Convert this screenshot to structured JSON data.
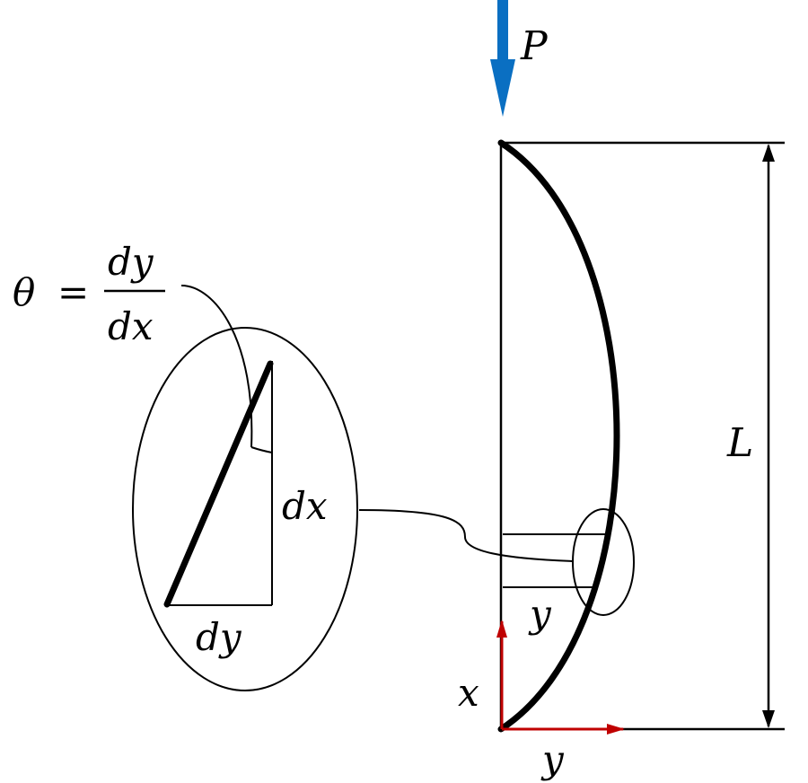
{
  "labels": {
    "load": "P",
    "length": "L",
    "angle_symbol": "θ",
    "equals": "=",
    "fraction_numerator": "dy",
    "fraction_denominator": "dx",
    "triangle_vertical": "dx",
    "triangle_horizontal": "dy",
    "deflection": "y",
    "axis_x": "x",
    "axis_y": "y"
  },
  "colors": {
    "load_arrow": "#0A6FC2",
    "axes": "#C00000",
    "lines": "#000000"
  }
}
